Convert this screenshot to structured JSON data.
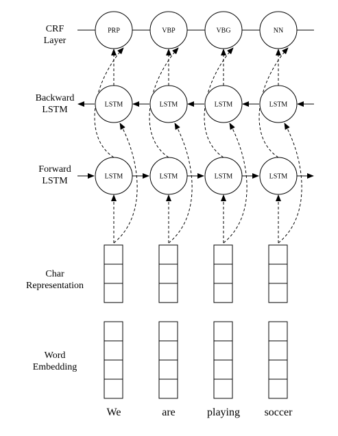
{
  "row_labels": {
    "crf": "CRF\nLayer",
    "backward": "Backward\nLSTM",
    "forward": "Forward\nLSTM",
    "char": "Char\nRepresentation",
    "word": "Word\nEmbedding"
  },
  "crf_tags": [
    "PRP",
    "VBP",
    "VBG",
    "NN"
  ],
  "lstm_label": "LSTM",
  "words": [
    "We",
    "are",
    "playing",
    "soccer"
  ]
}
